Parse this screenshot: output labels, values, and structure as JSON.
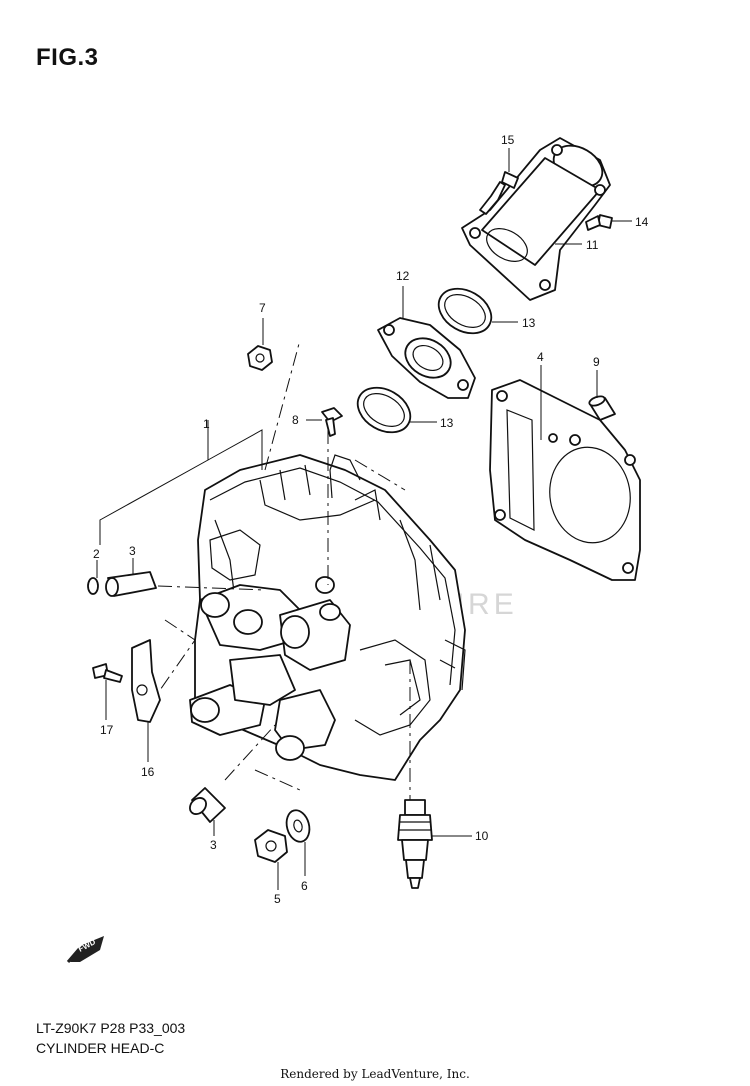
{
  "figure": {
    "title": "FIG.3"
  },
  "callouts": [
    {
      "id": "c1",
      "text": "1"
    },
    {
      "id": "c2",
      "text": "2"
    },
    {
      "id": "c3a",
      "text": "3"
    },
    {
      "id": "c3b",
      "text": "3"
    },
    {
      "id": "c4",
      "text": "4"
    },
    {
      "id": "c5",
      "text": "5"
    },
    {
      "id": "c6",
      "text": "6"
    },
    {
      "id": "c7",
      "text": "7"
    },
    {
      "id": "c8",
      "text": "8"
    },
    {
      "id": "c9",
      "text": "9"
    },
    {
      "id": "c10",
      "text": "10"
    },
    {
      "id": "c11",
      "text": "11"
    },
    {
      "id": "c12",
      "text": "12"
    },
    {
      "id": "c13a",
      "text": "13"
    },
    {
      "id": "c13b",
      "text": "13"
    },
    {
      "id": "c14",
      "text": "14"
    },
    {
      "id": "c15",
      "text": "15"
    },
    {
      "id": "c16",
      "text": "16"
    },
    {
      "id": "c17",
      "text": "17"
    }
  ],
  "fwd_badge": "FWD",
  "watermark": "LEADVENTURE",
  "footer": {
    "code": "LT-Z90K7 P28 P33_003",
    "name": "CYLINDER HEAD-C"
  },
  "credit": "Rendered by LeadVenture, Inc."
}
